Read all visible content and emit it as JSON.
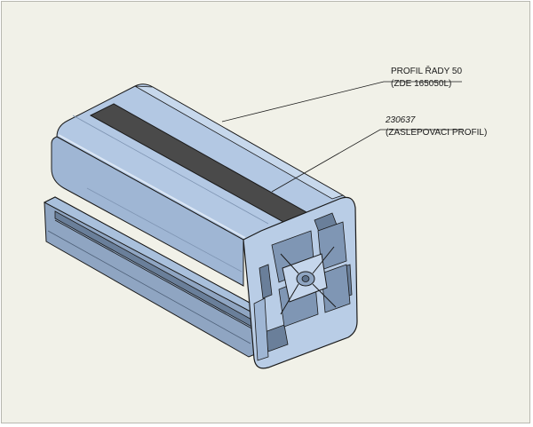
{
  "callouts": [
    {
      "line1": "PROFIL ŘADY 50",
      "line2": "(ZDE 165050L)"
    },
    {
      "line1": "230637",
      "line2": "(ZASLEPOVACI PROFIL)"
    }
  ],
  "colors": {
    "background": "#f1f1e8",
    "profile_light": "#a9c0dc",
    "profile_mid": "#8fa5c2",
    "profile_dark": "#6a7f9a",
    "profile_face": "#b9cde6",
    "cover_strip": "#4a4a4a",
    "outline": "#1a1a1a"
  }
}
